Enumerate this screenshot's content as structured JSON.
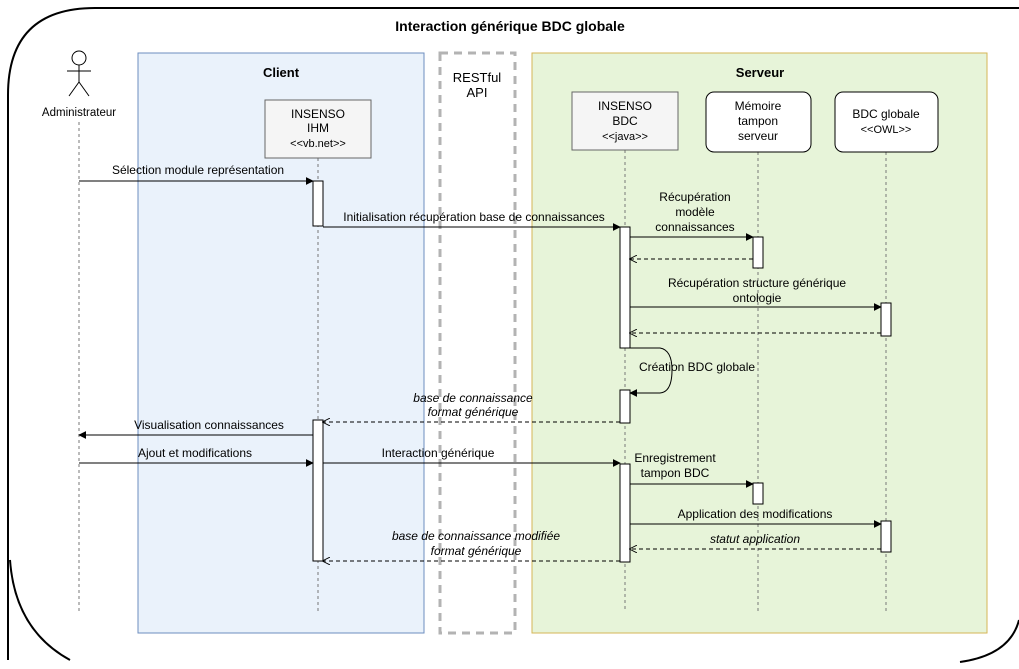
{
  "title": "Interaction générique BDC globale",
  "swimlanes": {
    "client": "Client",
    "api": [
      "RESTful",
      "API"
    ],
    "serveur": "Serveur"
  },
  "actor": {
    "label": "Administrateur"
  },
  "participants": {
    "ihm": [
      "INSENSO",
      "IHM",
      "<<vb.net>>"
    ],
    "bdc": [
      "INSENSO",
      "BDC",
      "<<java>>"
    ],
    "memoire": [
      "Mémoire",
      "tampon",
      "serveur"
    ],
    "owl": [
      "BDC globale",
      "<<OWL>>"
    ]
  },
  "messages": {
    "m1": "Sélection module représentation",
    "m2": "Initialisation récupération base de connaissances",
    "m3": [
      "Récupération",
      "modèle",
      "connaissances"
    ],
    "m4": [
      "Récupération structure générique",
      "ontologie"
    ],
    "m5": "Création BDC globale",
    "m6": [
      "base de connaissance",
      "format générique"
    ],
    "m7": "Visualisation connaissances",
    "m8": "Ajout et modifications",
    "m9": "Interaction générique",
    "m10": [
      "Enregistrement",
      "tampon BDC"
    ],
    "m11": "Application des modifications",
    "m12": "statut application",
    "m13": [
      "base de connaissance modifiée",
      "format générique"
    ]
  },
  "colors": {
    "client_fill": "#eaf2fb",
    "client_stroke": "#6c8ebf",
    "server_fill": "#e7f4d9",
    "server_stroke": "#d6b656",
    "api_stroke": "#b3b3b3",
    "participant_fill": "#f5f5f5"
  }
}
